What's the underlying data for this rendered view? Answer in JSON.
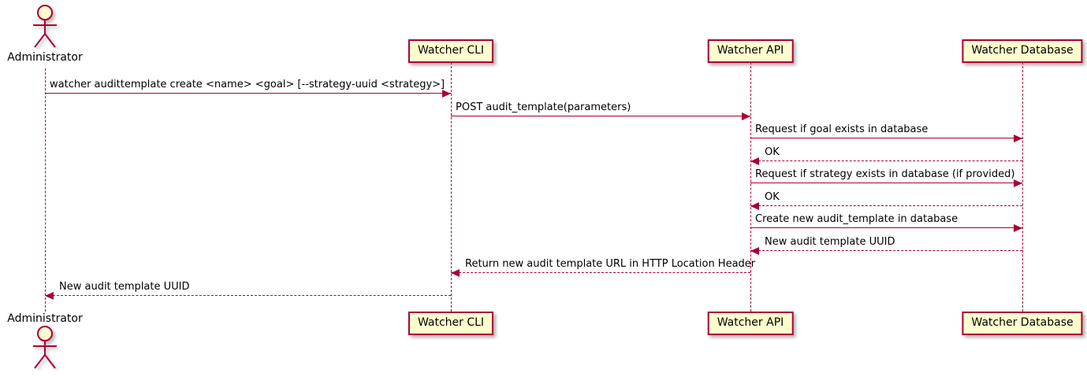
{
  "diagram": {
    "type": "sequence-diagram",
    "style": "plantuml",
    "colors": {
      "line": "#A80036",
      "box_fill": "#FEFECE",
      "box_border": "#A80036",
      "text": "#000000",
      "background": "#FFFFFF",
      "actor_head_fill": "#FEFECE"
    },
    "participants": [
      {
        "id": "administrator",
        "label": "Administrator",
        "kind": "actor"
      },
      {
        "id": "watcher-cli",
        "label": "Watcher CLI",
        "kind": "participant"
      },
      {
        "id": "watcher-api",
        "label": "Watcher API",
        "kind": "participant"
      },
      {
        "id": "watcher-db",
        "label": "Watcher Database",
        "kind": "participant"
      }
    ],
    "messages": [
      {
        "from": "administrator",
        "to": "watcher-cli",
        "line": "solid",
        "label": "watcher audittemplate create <name> <goal> [--strategy-uuid <strategy>]"
      },
      {
        "from": "watcher-cli",
        "to": "watcher-api",
        "line": "solid",
        "label": "POST audit_template(parameters)"
      },
      {
        "from": "watcher-api",
        "to": "watcher-db",
        "line": "solid",
        "label": "Request if goal exists in database"
      },
      {
        "from": "watcher-db",
        "to": "watcher-api",
        "line": "dashed",
        "label": "OK"
      },
      {
        "from": "watcher-api",
        "to": "watcher-db",
        "line": "solid",
        "label": "Request if strategy exists in database (if provided)"
      },
      {
        "from": "watcher-db",
        "to": "watcher-api",
        "line": "dashed",
        "label": "OK"
      },
      {
        "from": "watcher-api",
        "to": "watcher-db",
        "line": "solid",
        "label": "Create new audit_template in database"
      },
      {
        "from": "watcher-db",
        "to": "watcher-api",
        "line": "dashed",
        "label": "New audit template UUID"
      },
      {
        "from": "watcher-api",
        "to": "watcher-cli",
        "line": "dashed",
        "label": "Return new audit template URL in HTTP Location Header"
      },
      {
        "from": "watcher-cli",
        "to": "administrator",
        "line": "dashed",
        "label": "New audit template UUID"
      }
    ]
  }
}
